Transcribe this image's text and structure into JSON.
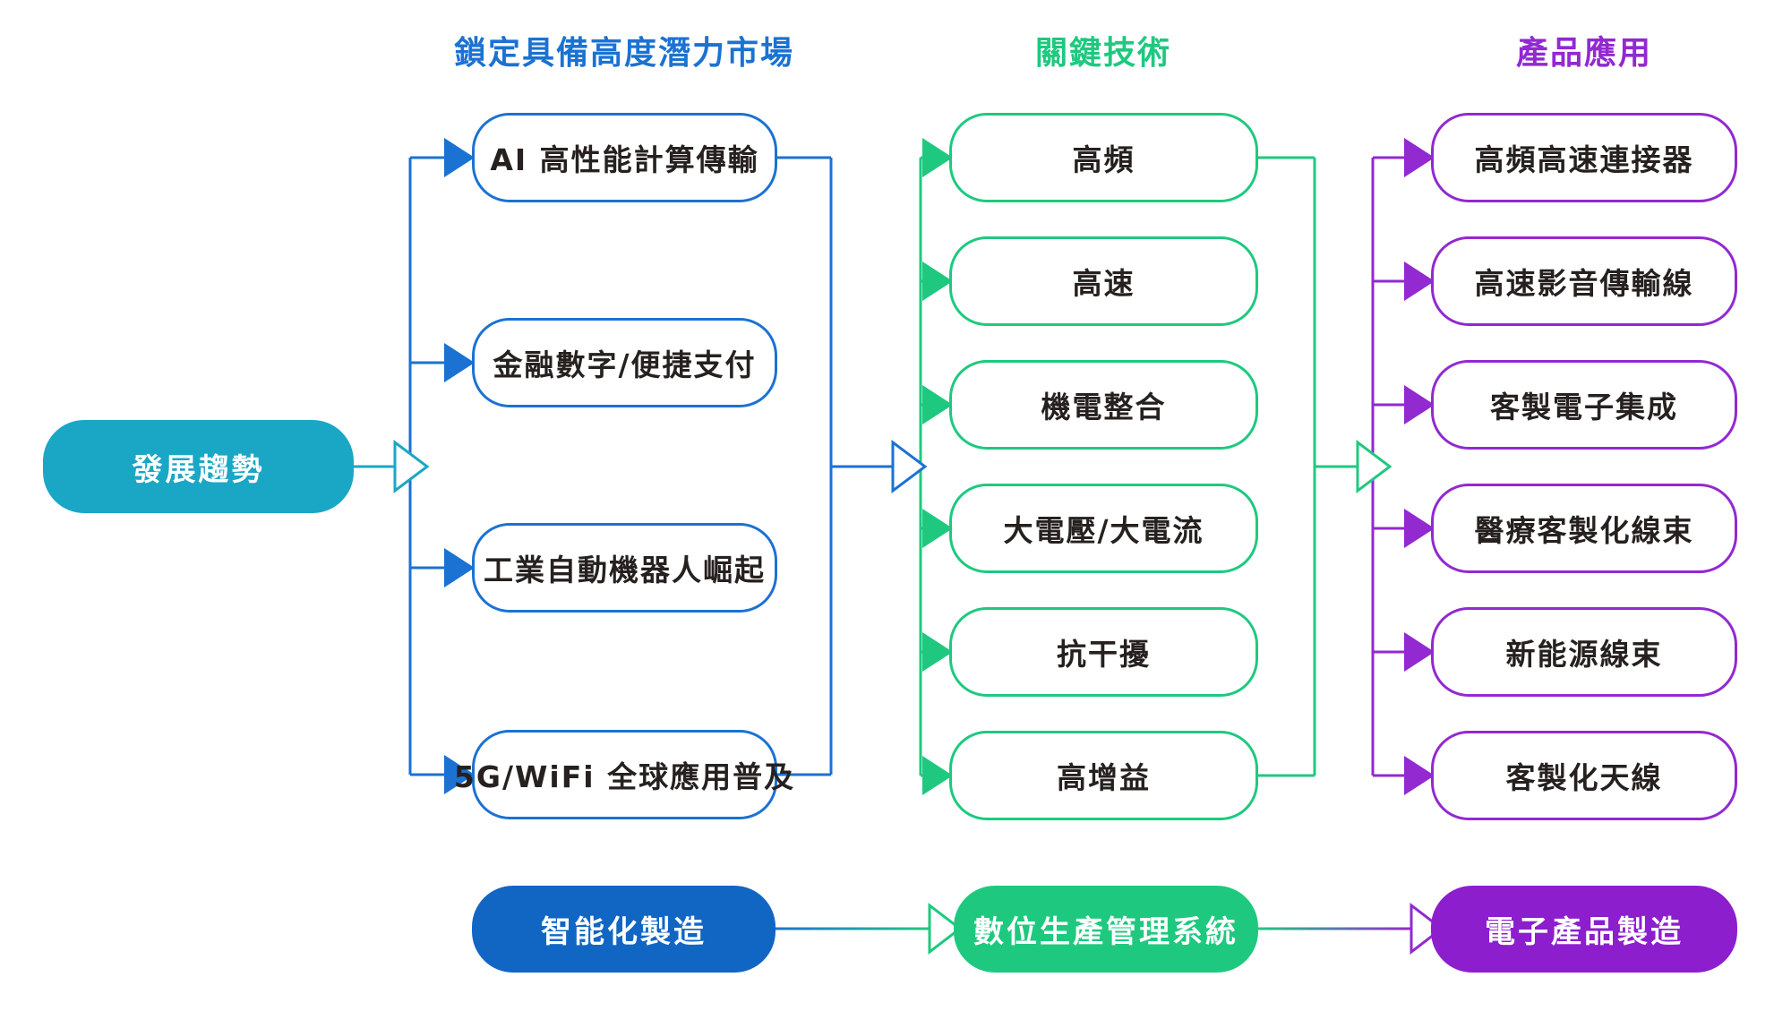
{
  "colors": {
    "blue": "#1b72d2",
    "blue_fill": "#1166c4",
    "teal": "#1aa7c5",
    "green": "#1ec97f",
    "purple": "#9229d1",
    "purple_fill": "#8c1ecd",
    "text": "#26211f",
    "background": "#ffffff"
  },
  "source_node": {
    "label": "發展趨勢"
  },
  "columns": [
    {
      "header": "鎖定具備高度潛力市場",
      "accent": "#1b72d2",
      "items": [
        "AI 高性能計算傳輸",
        "金融數字/便捷支付",
        "工業自動機器人崛起",
        "5G/WiFi 全球應用普及"
      ]
    },
    {
      "header": "關鍵技術",
      "accent": "#1ec97f",
      "items": [
        "高頻",
        "高速",
        "機電整合",
        "大電壓/大電流",
        "抗干擾",
        "高增益"
      ]
    },
    {
      "header": "產品應用",
      "accent": "#9229d1",
      "items": [
        "高頻高速連接器",
        "高速影音傳輸線",
        "客製電子集成",
        "醫療客製化線束",
        "新能源線束",
        "客製化天線"
      ]
    }
  ],
  "bottom_flow": [
    {
      "label": "智能化製造",
      "fill": "#1166c4"
    },
    {
      "label": "數位生產管理系統",
      "fill": "#1ec97f"
    },
    {
      "label": "電子產品製造",
      "fill": "#8c1ecd"
    }
  ]
}
